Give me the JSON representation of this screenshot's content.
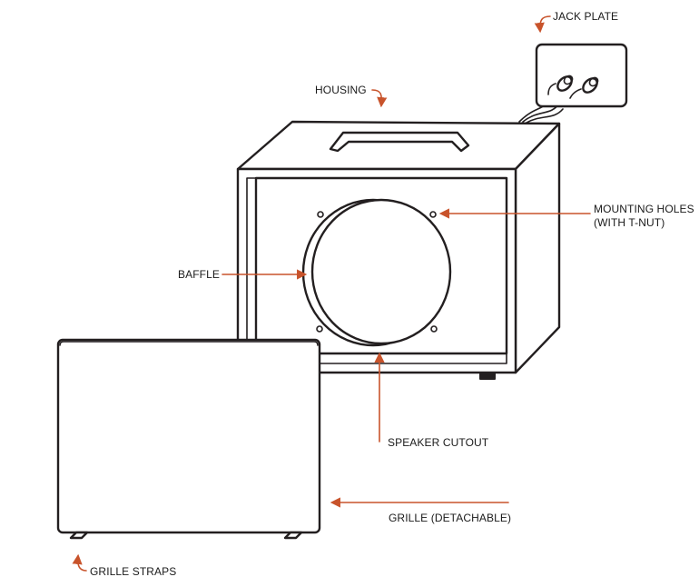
{
  "colors": {
    "line": "#231f20",
    "accent": "#c8532b",
    "label": "#1a1a1a",
    "background": "#ffffff"
  },
  "labels": {
    "jack_plate": "JACK PLATE",
    "housing": "HOUSING",
    "mounting_holes_1": "MOUNTING HOLES",
    "mounting_holes_2": "(WITH T-NUT)",
    "baffle": "BAFFLE",
    "speaker_cutout": "SPEAKER CUTOUT",
    "grille": "GRILLE (DETACHABLE)",
    "grille_straps": "GRILLE STRAPS"
  },
  "icons": [
    "cabinet-housing",
    "handle",
    "jack-plate",
    "cable-plugs",
    "speaker-cutout",
    "mounting-hole",
    "grille-panel",
    "grille-strap",
    "callout-arrow"
  ]
}
